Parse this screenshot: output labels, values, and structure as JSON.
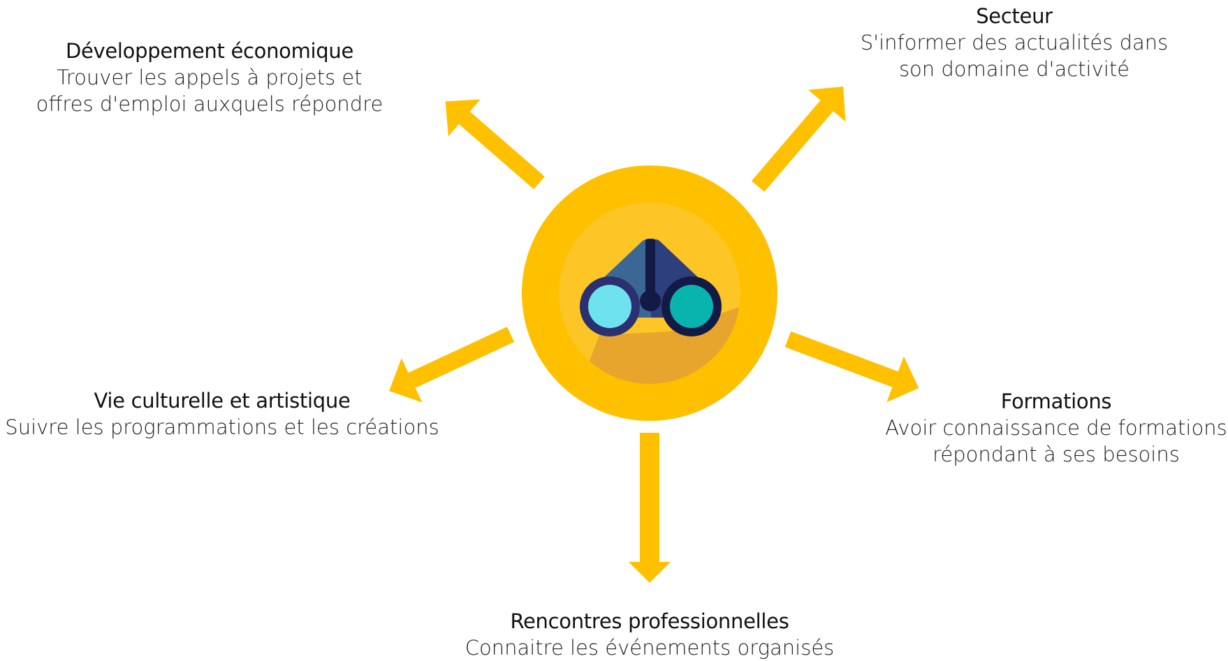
{
  "center": {
    "icon": "binoculars-icon",
    "colors": {
      "sun_outer": "#FFC000",
      "sun_inner": "#FDC526",
      "shadow": "#E8A52D",
      "binocular_left": "#3A6794",
      "binocular_right": "#2E3F7D",
      "rim": "#2B3070",
      "lens_left": "#6FE2F0",
      "lens_right": "#09B3AE",
      "hinge": "#121A45"
    }
  },
  "arrow_color": "#FFC000",
  "nodes": [
    {
      "id": "dev",
      "title": "Développement économique",
      "lines": [
        "Trouver les appels à projets et",
        "offres d'emploi auxquels répondre"
      ]
    },
    {
      "id": "sec",
      "title": "Secteur",
      "lines": [
        "S'informer des actualités dans",
        "son domaine d'activité"
      ]
    },
    {
      "id": "vie",
      "title": "Vie culturelle et artistique",
      "lines": [
        "Suivre les programmations et les créations"
      ]
    },
    {
      "id": "for",
      "title": "Formations",
      "lines": [
        "Avoir connaissance de formations",
        "répondant à ses besoins"
      ]
    },
    {
      "id": "ren",
      "title": "Rencontres professionnelles",
      "lines": [
        "Connaitre les événements organisés"
      ]
    }
  ]
}
